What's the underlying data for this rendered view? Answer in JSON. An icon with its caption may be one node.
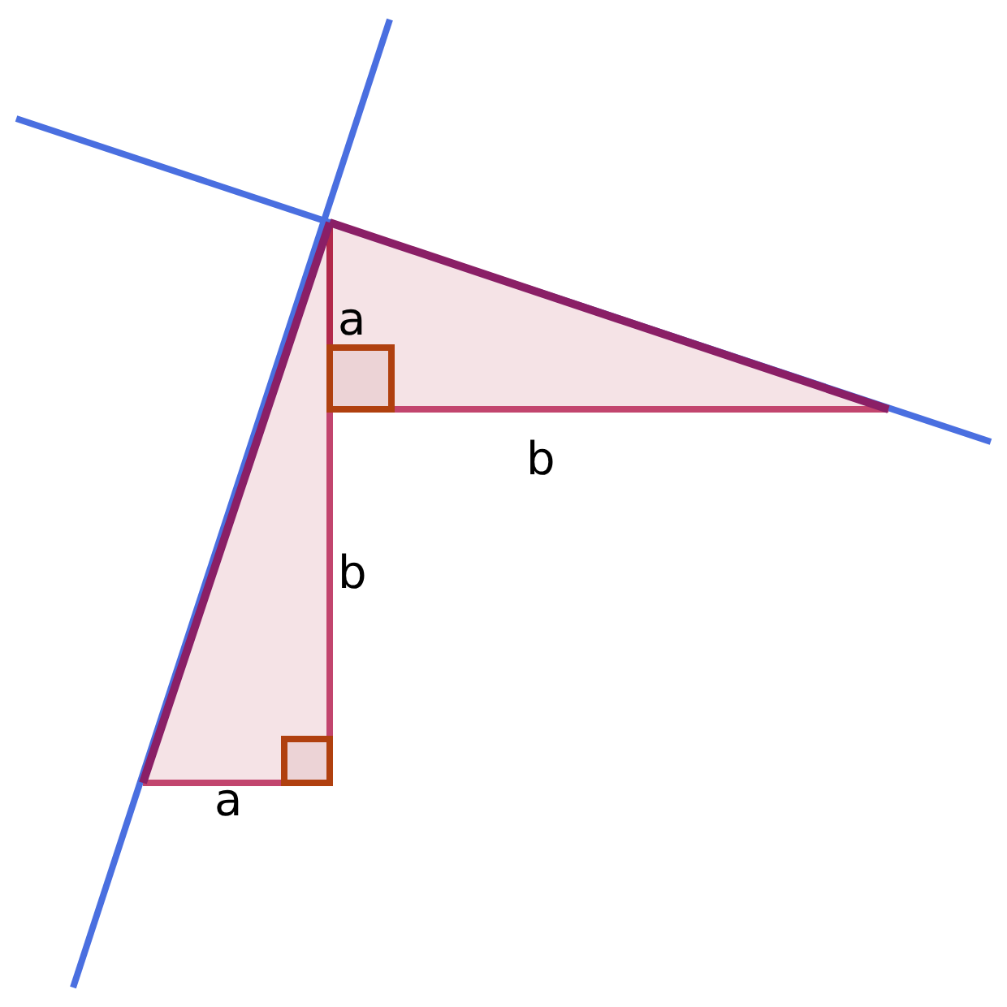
{
  "diagram": {
    "labels": [
      "a",
      "b",
      "b",
      "a"
    ]
  }
}
